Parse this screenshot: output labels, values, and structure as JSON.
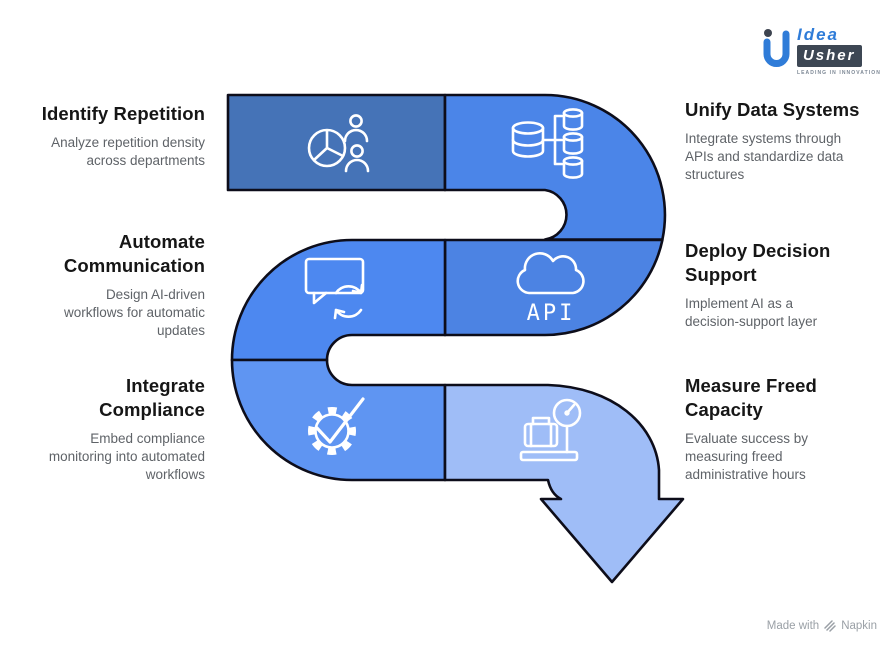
{
  "logo": {
    "line1": "Idea",
    "line2": "Usher",
    "tagline": "LEADING IN INNOVATION"
  },
  "steps": [
    {
      "title": "Identify Repetition",
      "description": "Analyze repetition density across departments",
      "icon": "pie-chart-people-icon"
    },
    {
      "title": "Unify Data Systems",
      "description": "Integrate systems through APIs and standardize data structures",
      "icon": "database-network-icon"
    },
    {
      "title": "Automate Communication",
      "description": "Design AI-driven workflows for automatic updates",
      "icon": "chat-sync-icon"
    },
    {
      "title": "Deploy Decision Support",
      "description": "Implement AI as a decision-support layer",
      "icon": "cloud-api-icon"
    },
    {
      "title": "Integrate Compliance",
      "description": "Embed compliance monitoring into automated workflows",
      "icon": "gear-check-icon"
    },
    {
      "title": "Measure Freed Capacity",
      "description": "Evaluate success by measuring freed administrative hours",
      "icon": "luggage-scale-icon"
    }
  ],
  "icons": {
    "api_label": "API"
  },
  "colors": {
    "step1": "#4573B7",
    "step2": "#4B85E8",
    "step3": "#4D88F0",
    "step4": "#4C83E3",
    "step5": "#5F95F2",
    "step6": "#9FBDF7",
    "outline": "#0D0D1A",
    "icon_stroke": "#FFFFFF",
    "heading": "#161616",
    "body_text": "#5F6368"
  },
  "footer": {
    "made_with": "Made with",
    "brand": "Napkin"
  }
}
